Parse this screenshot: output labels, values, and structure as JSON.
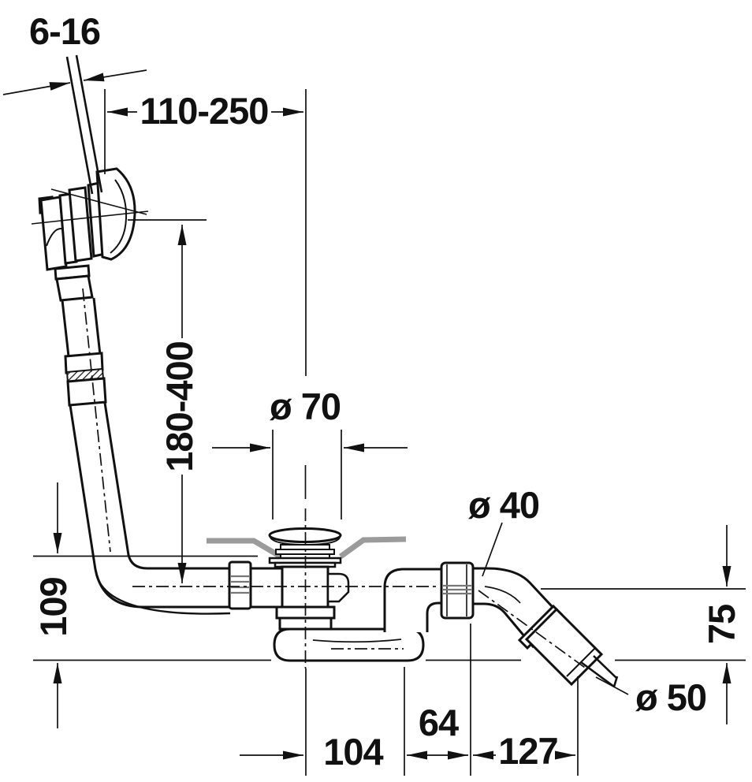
{
  "labels": {
    "cable_adjust_range": "6-16",
    "horizontal_adjust_range": "110-250",
    "vertical_adjust_range": "180-400",
    "drain_diameter": "ø 70",
    "outlet_pipe_diameter": "ø 40",
    "left_height": "109",
    "right_height": "75",
    "connector_diameter": "ø 50",
    "trap_width": "104",
    "outlet_offset": "64",
    "outlet_reach": "127"
  },
  "colors": {
    "line": "#111111",
    "tub_section_gray": "#9b9b9b",
    "background": "#ffffff"
  }
}
